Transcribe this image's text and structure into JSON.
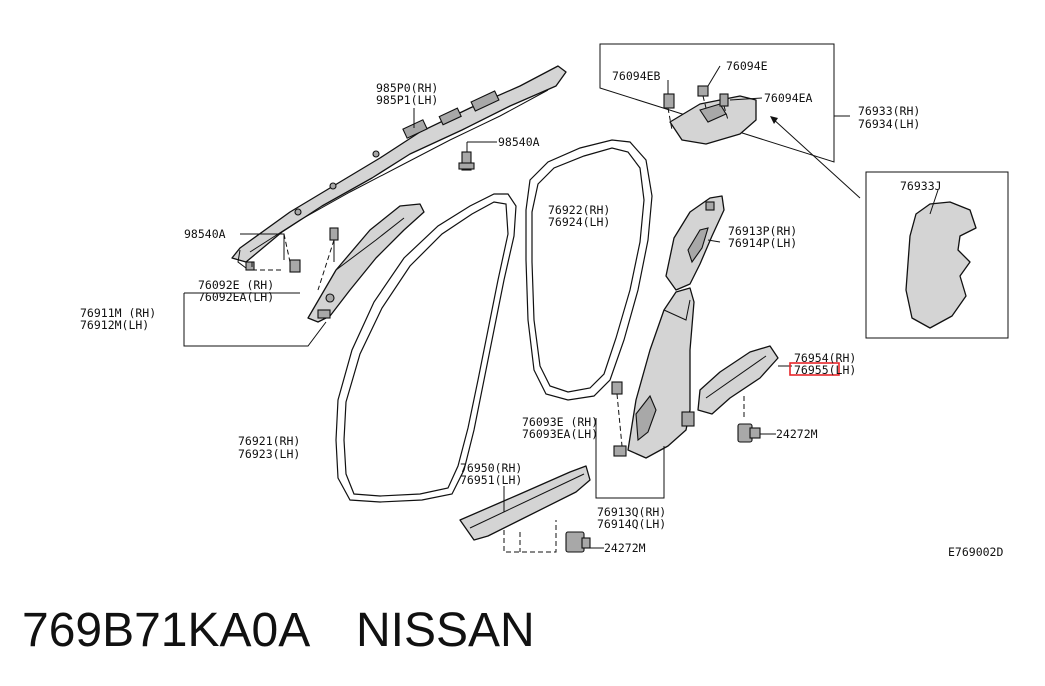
{
  "diagram": {
    "labels": {
      "l985p0": "985P0(RH)",
      "l985p1": "985P1(LH)",
      "l98540a_top": "98540A",
      "l98540a_left": "98540A",
      "l76092e": "76092E (RH)",
      "l76092ea": "76092EA(LH)",
      "l76911m": "76911M (RH)",
      "l76912m": "76912M(LH)",
      "l76922": "76922(RH)",
      "l76924": "76924(LH)",
      "l76921": "76921(RH)",
      "l76923": "76923(LH)",
      "l76950": "76950(RH)",
      "l76951": "76951(LH)",
      "l24272m_bottom": "24272M",
      "l76093e": "76093E (RH)",
      "l76093ea": "76093EA(LH)",
      "l76913q": "76913Q(RH)",
      "l76914q": "76914Q(LH)",
      "l76913p": "76913P(RH)",
      "l76914p": "76914P(LH)",
      "l76954": "76954(RH)",
      "l76955": "76955(LH)",
      "l24272m_right": "24272M",
      "l76094eb": "76094EB",
      "l76094e": "76094E",
      "l76094ea": "76094EA",
      "l76933": "76933(RH)",
      "l76934": "76934(LH)",
      "l76933j": "76933J",
      "diagram_code": "E769002D"
    },
    "highlight_color": "#e8262a"
  },
  "caption": {
    "part_number": "769B71KA0A",
    "brand": "NISSAN"
  }
}
